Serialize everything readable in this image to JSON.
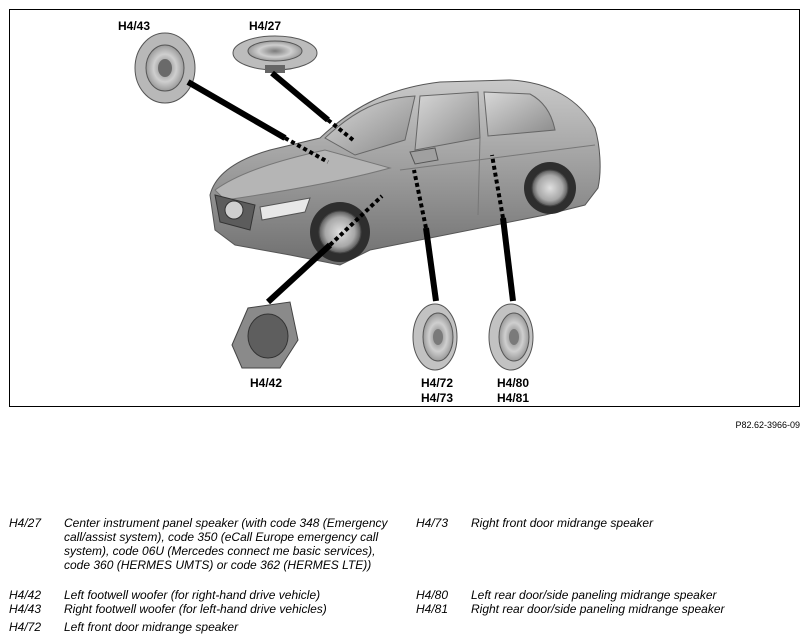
{
  "figure": {
    "callouts": {
      "h4_43": "H4/43",
      "h4_27": "H4/27",
      "h4_42": "H4/42",
      "h4_72": "H4/72",
      "h4_73": "H4/73",
      "h4_80": "H4/80",
      "h4_81": "H4/81"
    },
    "figure_id": "P82.62-3966-09"
  },
  "legend": {
    "left": [
      {
        "code": "H4/27",
        "desc": "Center instrument panel speaker (with code 348 (Emergency call/assist system), code 350 (eCall Europe emergency call system), code 06U (Mercedes connect me basic services), code 360 (HERMES UMTS) or code 362 (HERMES LTE))"
      },
      {
        "code": "H4/42",
        "desc": "Left footwell woofer (for right-hand drive vehicle)"
      },
      {
        "code": "H4/43",
        "desc": "Right footwell woofer (for left-hand drive vehicles)"
      },
      {
        "code": "H4/72",
        "desc": "Left front door midrange speaker"
      }
    ],
    "right": [
      {
        "code": "H4/73",
        "desc": "Right front door midrange speaker"
      },
      {
        "code": "H4/80",
        "desc": "Left rear door/side paneling midrange speaker"
      },
      {
        "code": "H4/81",
        "desc": "Right rear door/side paneling midrange speaker"
      }
    ]
  }
}
